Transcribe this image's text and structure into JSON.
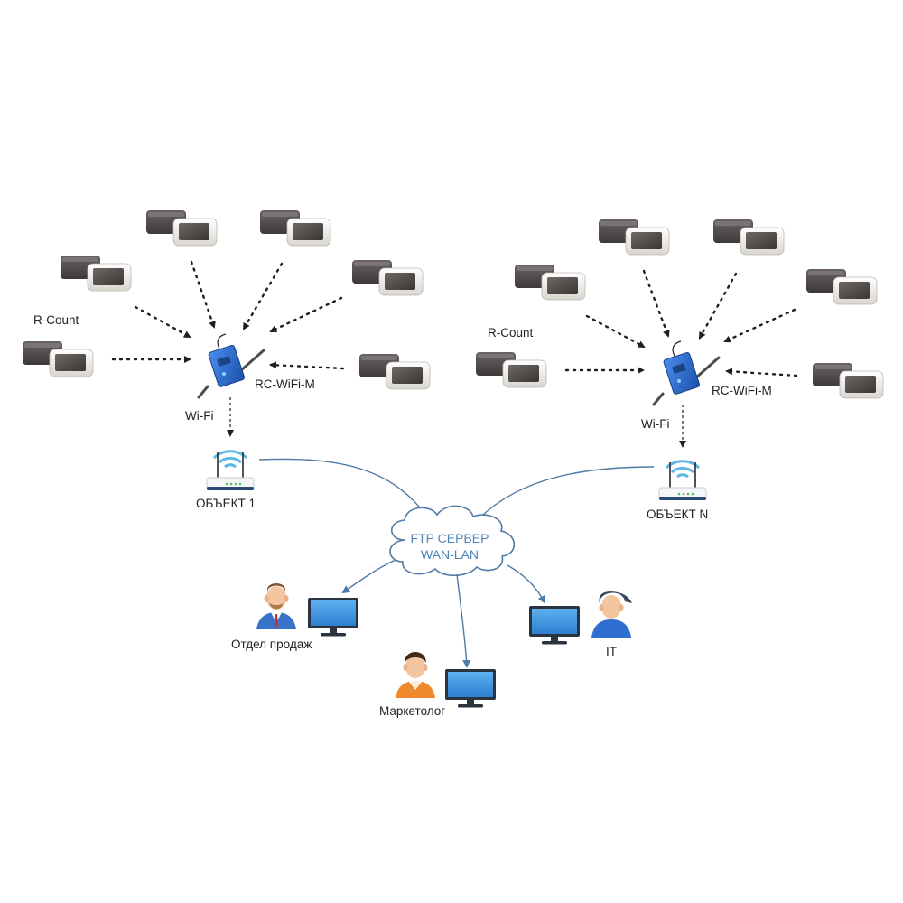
{
  "labels": {
    "rcount_1": "R-Count",
    "rcount_n": "R-Count",
    "rcwifi_1": "RC-WiFi-M",
    "rcwifi_n": "RC-WiFi-M",
    "wifi_1": "Wi-Fi",
    "wifi_n": "Wi-Fi",
    "object_1": "ОБЪЕКТ 1",
    "object_n": "ОБЪЕКТ N",
    "server_line1": "FTP СЕРВЕР",
    "server_line2": "WAN-LAN",
    "sales": "Отдел продаж",
    "marketer": "Маркетолог",
    "it": "IT"
  },
  "icons": {
    "counter": "counter-device-icon",
    "module": "wifi-module-icon",
    "router": "wifi-router-icon",
    "cloud": "cloud-icon",
    "monitor": "monitor-icon",
    "person": "person-icon"
  },
  "colors": {
    "link": "#4f7aa5",
    "arrow": "#1f1f1f",
    "module_blue": "#2f6fd1",
    "router_wave": "#5bb7e8",
    "monitor_screen": "#3b8fd8",
    "cloud_text": "#4f84b7"
  }
}
